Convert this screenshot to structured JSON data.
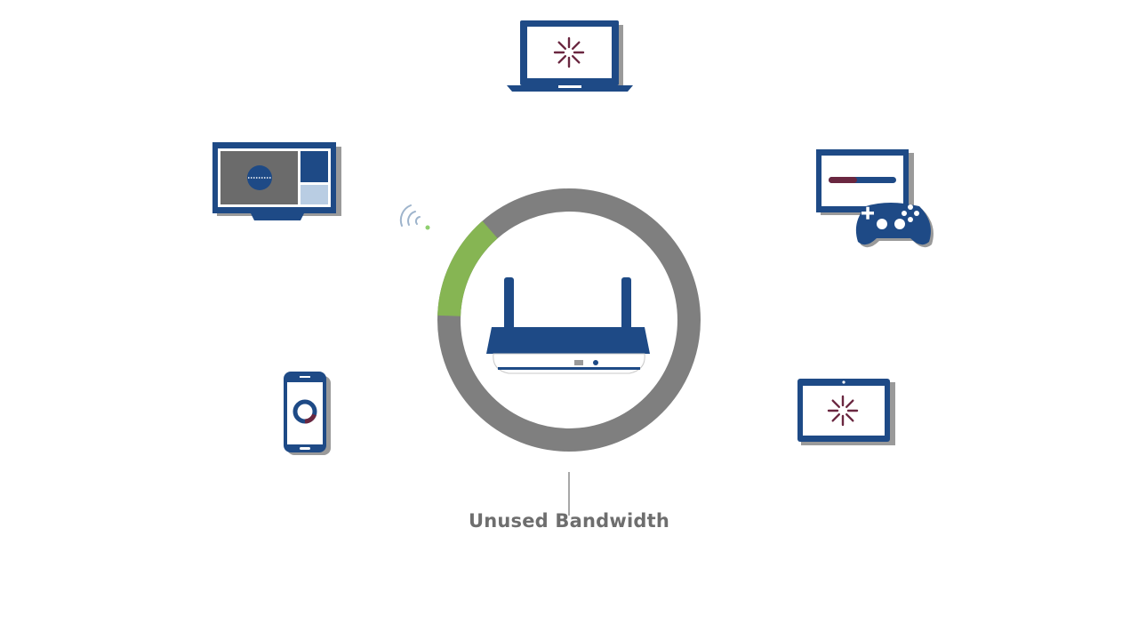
{
  "caption": "Unused Bandwidth",
  "bandwidth": {
    "used_fraction": 0.13
  },
  "colors": {
    "navy": "#1e4a86",
    "ring_gray": "#7f7f7f",
    "used_green": "#86b553",
    "screen_gray": "#6b6b6b",
    "maroon": "#6a2740",
    "light_blue": "#b9cde3",
    "wifi_blue": "#9eb4cc"
  },
  "devices": [
    {
      "name": "laptop",
      "icon": "loading-spinner-icon"
    },
    {
      "name": "tv",
      "icon": "video-play-icon"
    },
    {
      "name": "game-console",
      "icon": "progress-bar-icon"
    },
    {
      "name": "smartphone",
      "icon": "loading-ring-icon"
    },
    {
      "name": "tablet",
      "icon": "loading-spinner-icon"
    }
  ],
  "router": {
    "icon": "wifi-router-icon"
  },
  "wifi_signal": {
    "icon": "wifi-signal-icon"
  }
}
